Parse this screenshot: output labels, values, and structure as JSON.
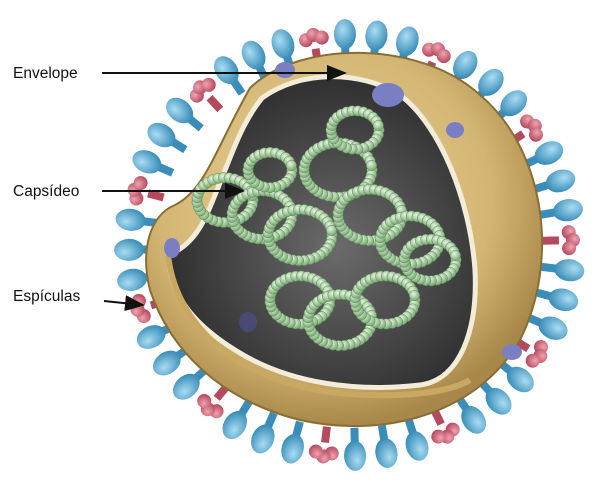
{
  "diagram": {
    "labels": {
      "envelope": "Envelope",
      "capsid": "Capsídeo",
      "spikes": "Espículas"
    },
    "colors": {
      "background": "#ffffff",
      "envelope_shell": "#d9bd7e",
      "envelope_inner": "#c9a862",
      "interior": "#3a3a3a",
      "capsid": "#9fcf9c",
      "capsid_dark": "#6e9a6b",
      "spike_blue": "#5fb0d6",
      "spike_red": "#d9677c",
      "protein_purple": "#7a7fc4",
      "arrow": "#111111"
    },
    "icons": [
      "arrow-right-icon"
    ]
  }
}
